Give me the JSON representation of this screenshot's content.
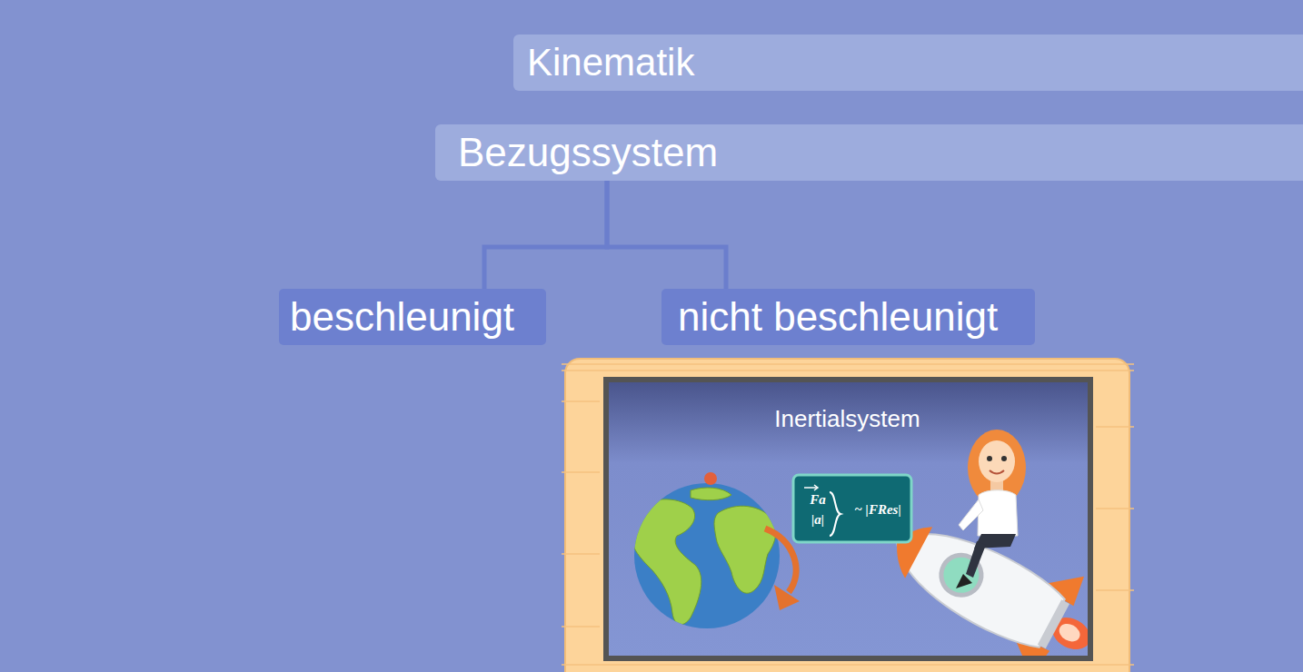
{
  "diagram": {
    "nodes": [
      {
        "text": [
          "Kinematik"
        ]
      },
      {
        "text": [
          "Bezugssystem"
        ]
      },
      {
        "text": [
          "beschleunigt"
        ]
      },
      {
        "text": [
          "nicht beschleunigt"
        ]
      },
      {
        "text": [
          "Inertialsystem"
        ]
      },
      {
        "text": [
          "Fa",
          "|a|",
          "~ |FRes|"
        ],
        "in": 4
      }
    ],
    "edges": [
      {
        "from": 1,
        "to": 2,
        "arrow": "none"
      },
      {
        "from": 1,
        "to": 3,
        "arrow": "none"
      }
    ]
  }
}
